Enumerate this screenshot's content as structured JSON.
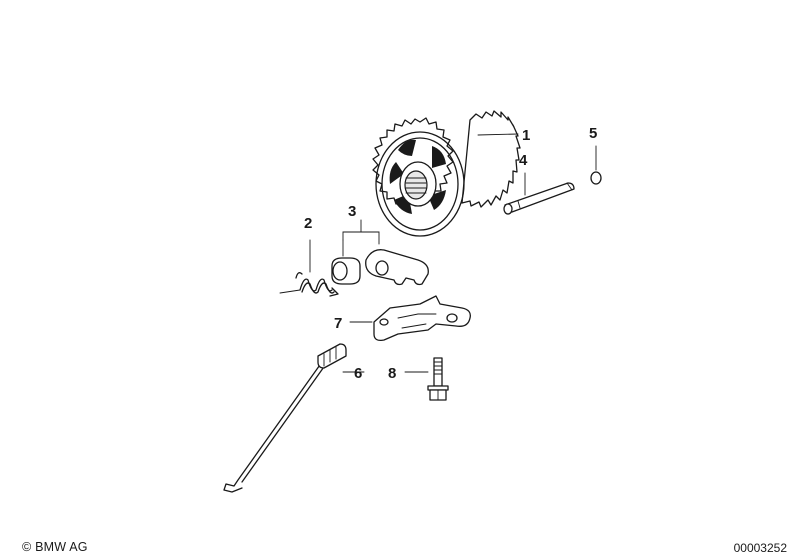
{
  "diagram": {
    "parts": [
      {
        "number": "1",
        "name": "sprocket"
      },
      {
        "number": "2",
        "name": "torsion-spring"
      },
      {
        "number": "3",
        "name": "bush-and-lever"
      },
      {
        "number": "4",
        "name": "shaft"
      },
      {
        "number": "5",
        "name": "o-ring"
      },
      {
        "number": "6",
        "name": "rod"
      },
      {
        "number": "7",
        "name": "bracket-plate"
      },
      {
        "number": "8",
        "name": "bolt"
      }
    ]
  },
  "footer": {
    "copyright": "© BMW AG",
    "drawing_number": "00003252"
  }
}
